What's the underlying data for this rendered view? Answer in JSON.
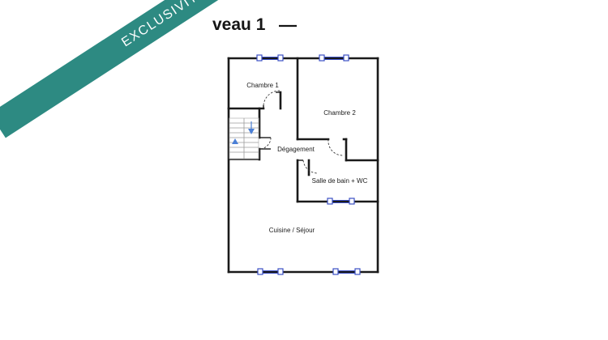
{
  "banner": {
    "text": "EXCLUSIVITÉ",
    "color": "#2d8a82"
  },
  "title": "veau 1",
  "rooms": {
    "chambre1": "Chambre 1",
    "chambre2": "Chambre 2",
    "degagement": "Dégagement",
    "salle_de_bain": "Salle de bain + WC",
    "cuisine": "Cuisine / Séjour"
  },
  "colors": {
    "wall": "#1a1a1a",
    "window": "#3b4fc4",
    "stair_arrow": "#4a7fd6"
  }
}
